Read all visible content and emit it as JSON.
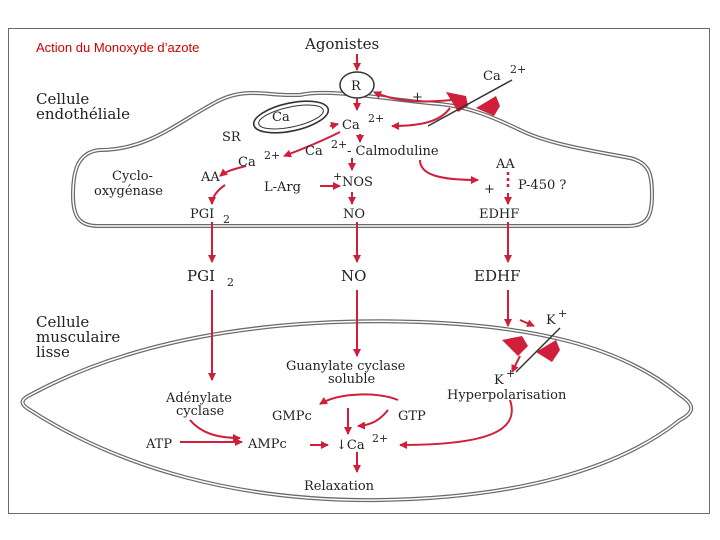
{
  "title": "Action du Monoxyde d’azote",
  "colors": {
    "arrow": "#cf1f3a",
    "membrane": "#6a6a6a",
    "title": "#d00000",
    "channel": "#cf1f3a"
  },
  "labels": {
    "agonistes": "Agonistes",
    "r": "R",
    "ca_out": "Ca",
    "ca_out_sup": "2+",
    "plus1": "+",
    "cellule": "Cellule",
    "endotheliale": "endothéliale",
    "sr": "SR",
    "ca_sr": "Ca",
    "ca_cyt": "Ca",
    "ca_cyt_sup": "2+",
    "ca_aa": "Ca",
    "ca_aa_sup": "2+",
    "ca_calmod": "Ca",
    "ca_calmod_sup": "2+",
    "calmoduline": "- Calmoduline",
    "aa_left": "AA",
    "aa_right": "AA",
    "cyclo": "Cyclo-",
    "oxygenase": "oxygénase",
    "larg": "L-Arg",
    "nos_plus": "+",
    "nos": "NOS",
    "plus2": "+",
    "p450": "P-450 ?",
    "pgi_in": "PGI",
    "pgi_in_sub": "2",
    "no_in": "NO",
    "edhf_in": "EDHF",
    "pgi_out": "PGI",
    "pgi_out_sub": "2",
    "no_out": "NO",
    "edhf_out": "EDHF",
    "k_top": "K",
    "k_top_sup": "+",
    "cellule2": "Cellule",
    "musculaire": "musculaire",
    "lisse": "lisse",
    "guanylate": "Guanylate cyclase",
    "soluble": "soluble",
    "k_bottom": "K",
    "k_bottom_sup": "+",
    "hyperpol": "Hyperpolarisation",
    "adenylate": "Adénylate",
    "cyclase": "cyclase",
    "gmpc": "GMPc",
    "gtp": "GTP",
    "atp": "ATP",
    "ampc": "AMPc",
    "ca_down": "↓Ca",
    "ca_down_sup": "2+",
    "relaxation": "Relaxation"
  }
}
